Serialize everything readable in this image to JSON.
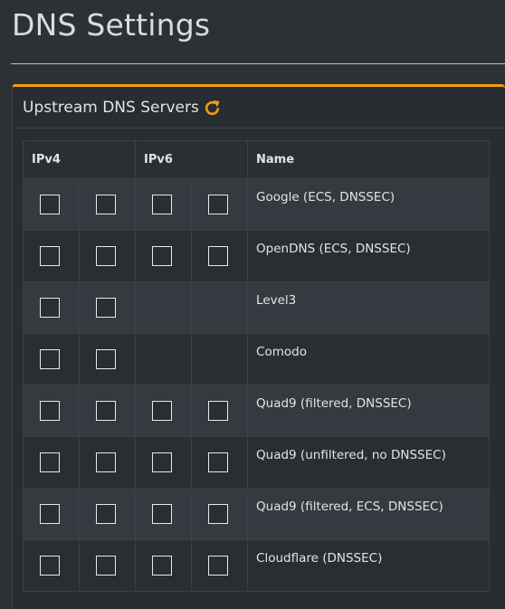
{
  "page": {
    "title": "DNS Settings"
  },
  "upstream": {
    "box_title": "Upstream DNS Servers",
    "accent_color": "#f39c12",
    "refresh_icon": "refresh-icon"
  },
  "table": {
    "headers": {
      "ipv4": "IPv4",
      "ipv6": "IPv6",
      "name": "Name"
    },
    "rows": [
      {
        "name": "Google (ECS, DNSSEC)",
        "ipv4": [
          false,
          false
        ],
        "ipv6": [
          false,
          false
        ],
        "has_ipv6": true
      },
      {
        "name": "OpenDNS (ECS, DNSSEC)",
        "ipv4": [
          false,
          false
        ],
        "ipv6": [
          false,
          false
        ],
        "has_ipv6": true
      },
      {
        "name": "Level3",
        "ipv4": [
          false,
          false
        ],
        "ipv6": [],
        "has_ipv6": false
      },
      {
        "name": "Comodo",
        "ipv4": [
          false,
          false
        ],
        "ipv6": [],
        "has_ipv6": false
      },
      {
        "name": "Quad9 (filtered, DNSSEC)",
        "ipv4": [
          false,
          false
        ],
        "ipv6": [
          false,
          false
        ],
        "has_ipv6": true
      },
      {
        "name": "Quad9 (unfiltered, no DNSSEC)",
        "ipv4": [
          false,
          false
        ],
        "ipv6": [
          false,
          false
        ],
        "has_ipv6": true
      },
      {
        "name": "Quad9 (filtered, ECS, DNSSEC)",
        "ipv4": [
          false,
          false
        ],
        "ipv6": [
          false,
          false
        ],
        "has_ipv6": true
      },
      {
        "name": "Cloudflare (DNSSEC)",
        "ipv4": [
          false,
          false
        ],
        "ipv6": [
          false,
          false
        ],
        "has_ipv6": true
      }
    ]
  }
}
